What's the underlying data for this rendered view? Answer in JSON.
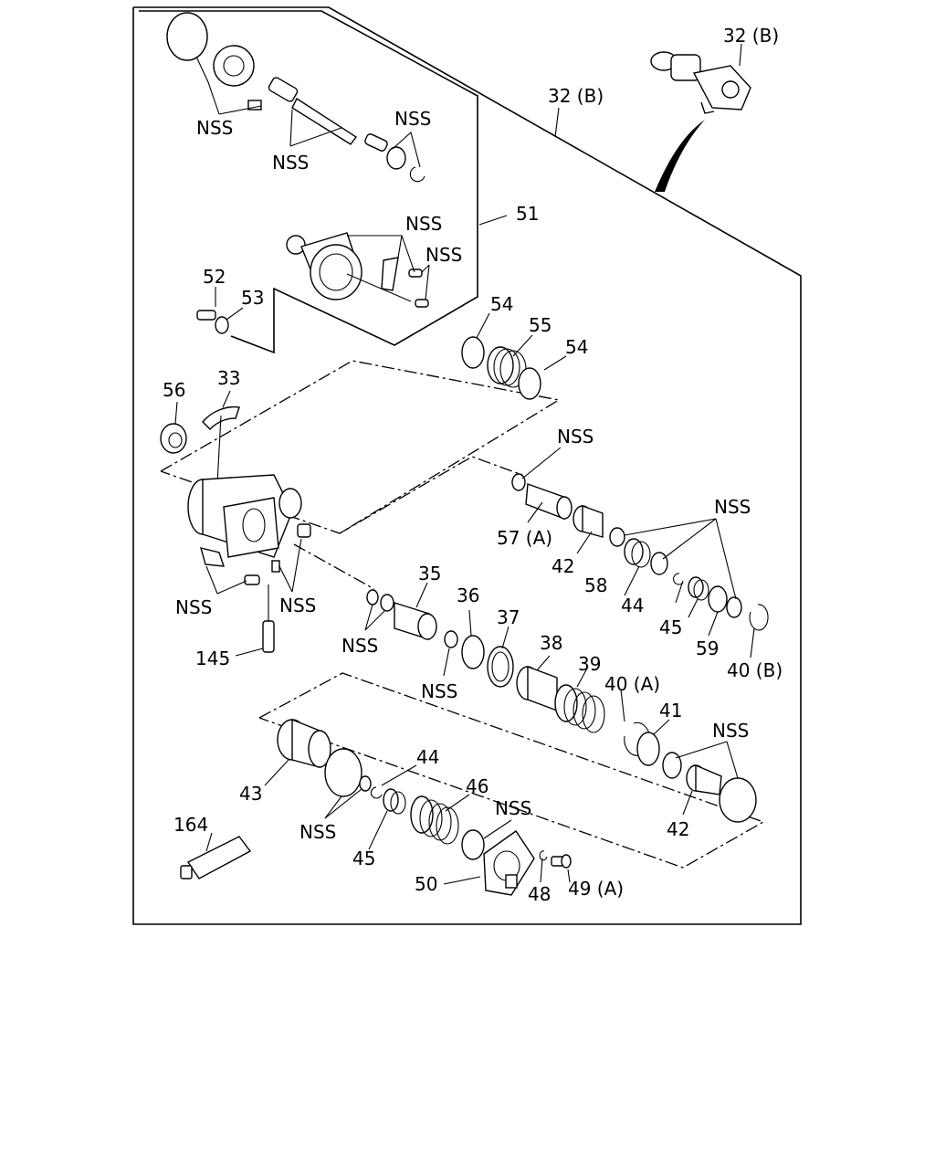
{
  "diagram": {
    "labels": {
      "l_32b_top": "32 (B)",
      "l_32b": "32 (B)",
      "l_51": "51",
      "l_52": "52",
      "l_53": "53",
      "l_54a": "54",
      "l_55": "55",
      "l_54b": "54",
      "l_56": "56",
      "l_33": "33",
      "l_nss_1": "NSS",
      "l_nss_2": "NSS",
      "l_nss_3": "NSS",
      "l_nss_4": "NSS",
      "l_nss_5": "NSS",
      "l_nss_6": "NSS",
      "l_57a": "57 (A)",
      "l_42a": "42",
      "l_nss_7": "NSS",
      "l_58": "58",
      "l_44a": "44",
      "l_45a": "45",
      "l_59": "59",
      "l_40b": "40 (B)",
      "l_nss_8": "NSS",
      "l_nss_9": "NSS",
      "l_145": "145",
      "l_35": "35",
      "l_nss_10": "NSS",
      "l_36": "36",
      "l_nss_11": "NSS",
      "l_37": "37",
      "l_38": "38",
      "l_39": "39",
      "l_40a": "40 (A)",
      "l_41": "41",
      "l_nss_12": "NSS",
      "l_42b": "42",
      "l_43": "43",
      "l_44b": "44",
      "l_nss_13": "NSS",
      "l_45b": "45",
      "l_46": "46",
      "l_nss_14": "NSS",
      "l_164": "164",
      "l_50": "50",
      "l_48": "48",
      "l_49a": "49 (A)"
    }
  }
}
